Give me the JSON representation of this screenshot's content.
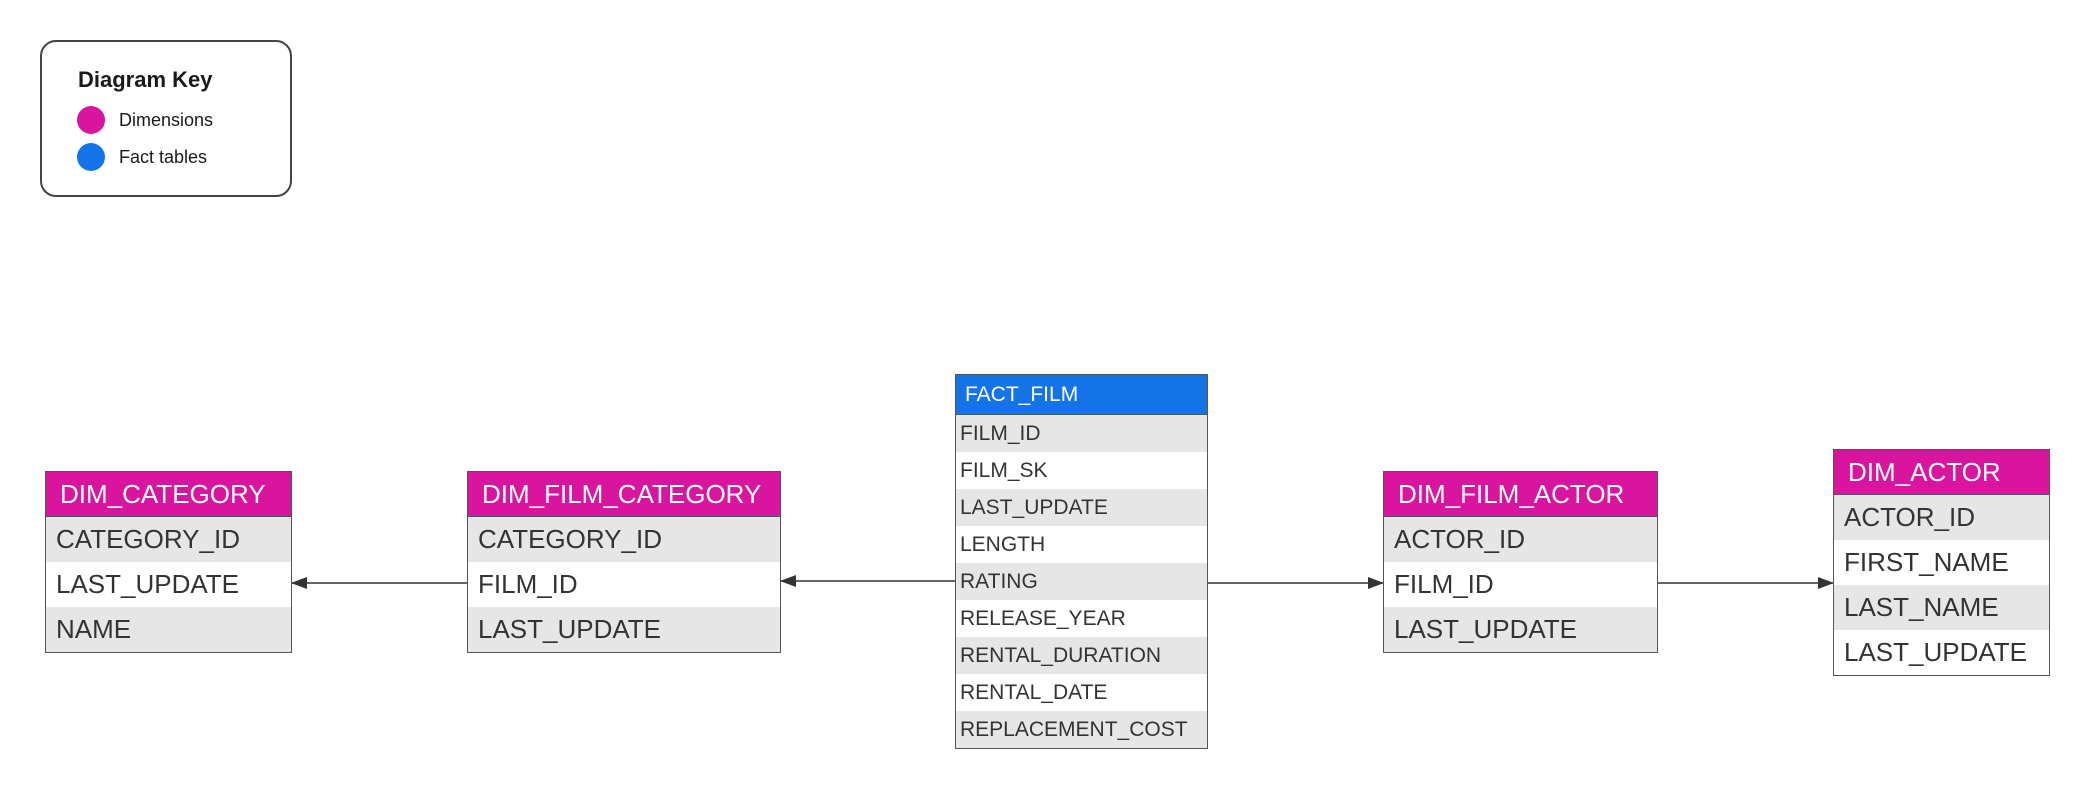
{
  "colors": {
    "dimension": "#d9159f",
    "fact": "#1473e6",
    "row_alt": "#e6e6e6",
    "line": "#333333"
  },
  "key": {
    "title": "Diagram Key",
    "items": [
      {
        "label": "Dimensions",
        "color": "#d9159f"
      },
      {
        "label": "Fact tables",
        "color": "#1473e6"
      }
    ]
  },
  "tables": {
    "dim_category": {
      "name": "DIM_CATEGORY",
      "fields": [
        "CATEGORY_ID",
        "LAST_UPDATE",
        "NAME"
      ]
    },
    "dim_film_category": {
      "name": "DIM_FILM_CATEGORY",
      "fields": [
        "CATEGORY_ID",
        "FILM_ID",
        "LAST_UPDATE"
      ]
    },
    "fact_film": {
      "name": "FACT_FILM",
      "fields": [
        "FILM_ID",
        "FILM_SK",
        "LAST_UPDATE",
        "LENGTH",
        "RATING",
        "RELEASE_YEAR",
        "RENTAL_DURATION",
        "RENTAL_DATE",
        "REPLACEMENT_COST"
      ]
    },
    "dim_film_actor": {
      "name": "DIM_FILM_ACTOR",
      "fields": [
        "ACTOR_ID",
        "FILM_ID",
        "LAST_UPDATE"
      ]
    },
    "dim_actor": {
      "name": "DIM_ACTOR",
      "fields": [
        "ACTOR_ID",
        "FIRST_NAME",
        "LAST_NAME",
        "LAST_UPDATE"
      ]
    }
  }
}
